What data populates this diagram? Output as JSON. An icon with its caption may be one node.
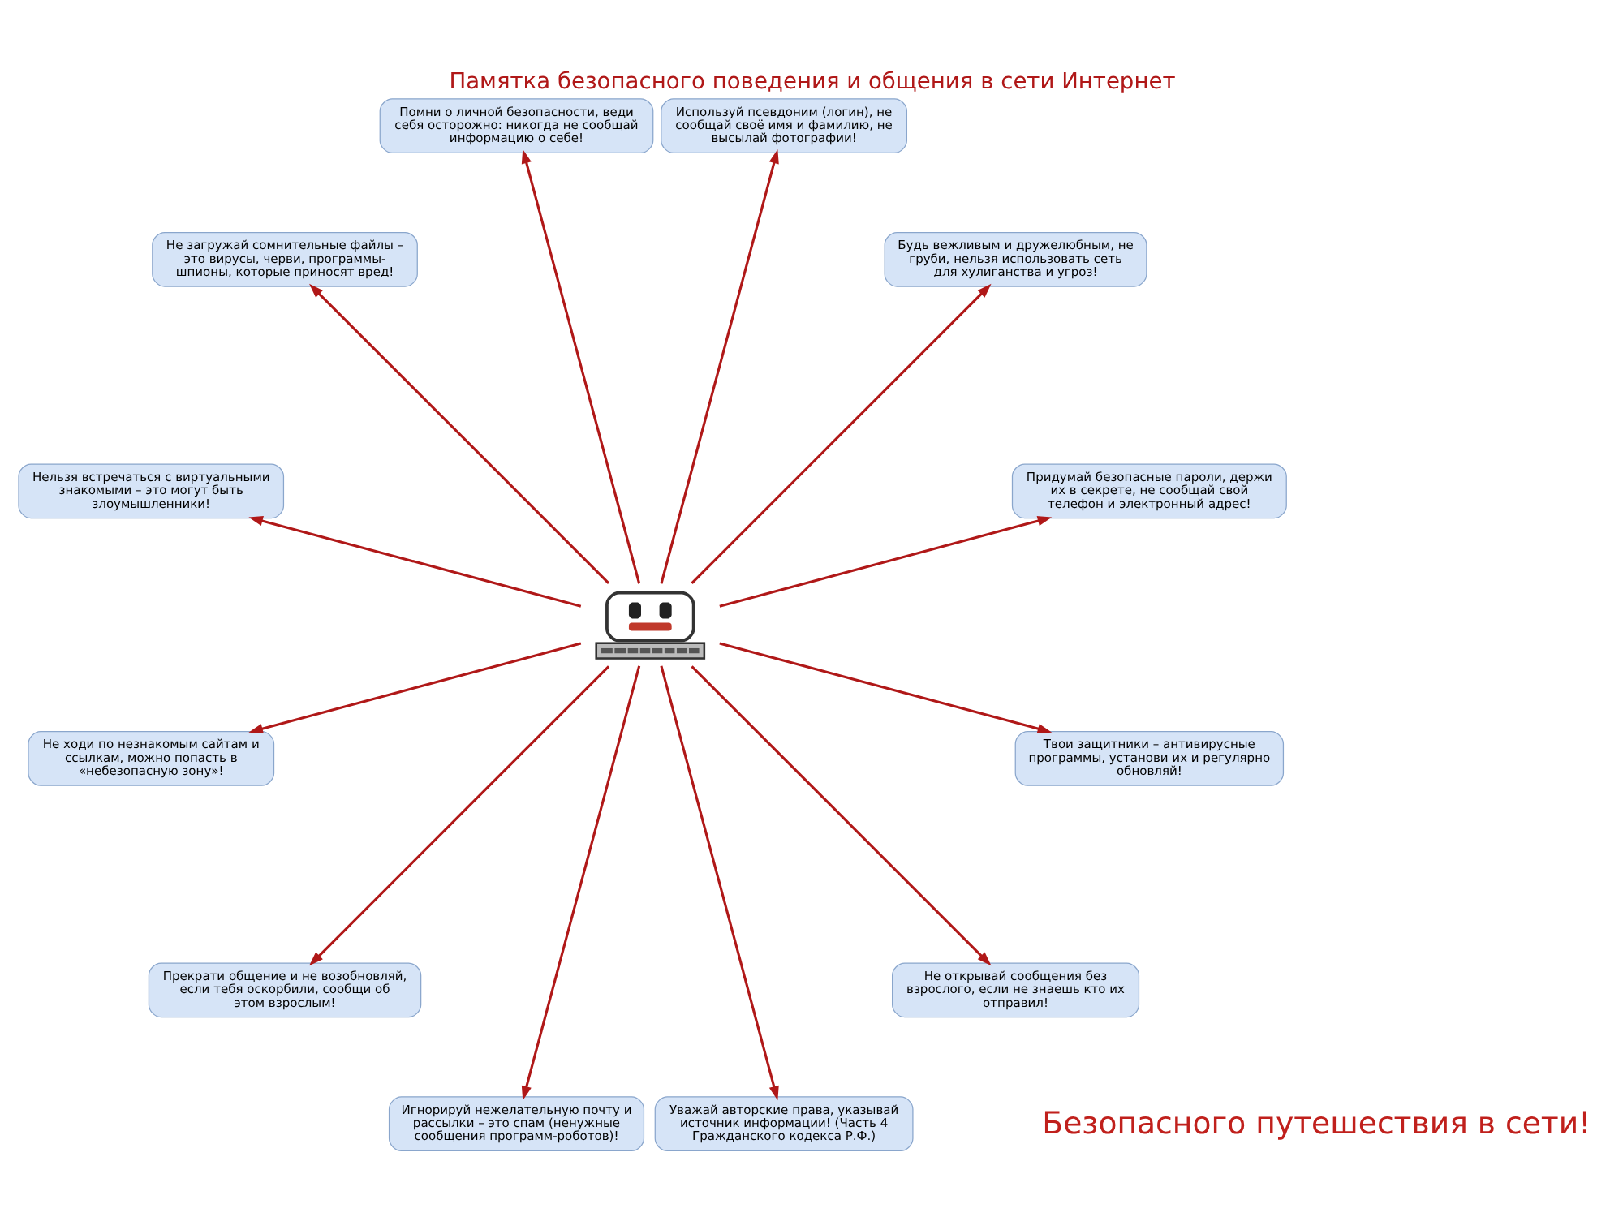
{
  "diagram": {
    "title": "Памятка безопасного поведения и общения в сети Интернет",
    "caption": "Безопасного путешествия в сети!",
    "nodes": [
      {
        "text": [],
        "shape": "picture"
      },
      {
        "text": [
          "Придумай безопасные пароли, держи их в секрете, не сообщай свой телефон и электронный адрес!"
        ]
      },
      {
        "text": [
          "Будь вежливым и дружелюбным, не груби, нельзя использовать сеть для хулиганства и угроз!"
        ]
      },
      {
        "text": [
          "Используй псевдоним (логин), не сообщай своё имя и фамилию, не высылай фотографии!"
        ]
      },
      {
        "text": [
          "Помни о личной безопасности, веди себя осторожно: никогда не сообщай информацию о себе!"
        ]
      },
      {
        "text": [
          "Не загружай сомнительные файлы – это вирусы, черви, программы-шпионы, которые приносят вред!"
        ]
      },
      {
        "text": [
          "Нельзя встречаться с виртуальными знакомыми – это могут быть злоумышленники!"
        ]
      },
      {
        "text": [
          "Не ходи по незнакомым сайтам и ссылкам, можно попасть в «небезопасную зону»!"
        ]
      },
      {
        "text": [
          "Прекрати общение и не возобновляй, если тебя оскорбили, сообщи об этом взрослым!"
        ]
      },
      {
        "text": [
          "Игнорируй нежелательную почту и рассылки – это спам (ненужные сообщения программ-роботов)!"
        ]
      },
      {
        "text": [
          "Уважай авторские права, указывай источник информации! (Часть 4 Гражданского кодекса Р.Ф.)"
        ]
      },
      {
        "text": [
          "Не открывай сообщения без взрослого, если не знаешь кто их отправил!"
        ]
      },
      {
        "text": [
          "Твои защитники – антивирусные программы, установи их и регулярно обновляй!"
        ]
      }
    ],
    "edges": [
      {
        "from": 0,
        "to": 1,
        "arrow": "to"
      },
      {
        "from": 0,
        "to": 2,
        "arrow": "to"
      },
      {
        "from": 0,
        "to": 3,
        "arrow": "to"
      },
      {
        "from": 0,
        "to": 4,
        "arrow": "to"
      },
      {
        "from": 0,
        "to": 5,
        "arrow": "to"
      },
      {
        "from": 0,
        "to": 6,
        "arrow": "to"
      },
      {
        "from": 0,
        "to": 7,
        "arrow": "to"
      },
      {
        "from": 0,
        "to": 8,
        "arrow": "to"
      },
      {
        "from": 0,
        "to": 9,
        "arrow": "to"
      },
      {
        "from": 0,
        "to": 10,
        "arrow": "to"
      },
      {
        "from": 0,
        "to": 11,
        "arrow": "to"
      },
      {
        "from": 0,
        "to": 12,
        "arrow": "to"
      }
    ]
  }
}
